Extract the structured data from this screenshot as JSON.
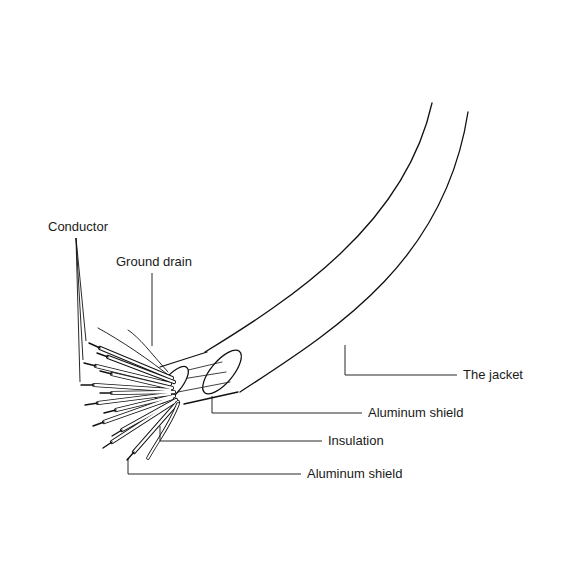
{
  "diagram": {
    "labels": [
      "Conductor",
      "Ground drain",
      "The jacket",
      "Aluminum shield",
      "Insulation",
      "Aluminum shield"
    ]
  }
}
